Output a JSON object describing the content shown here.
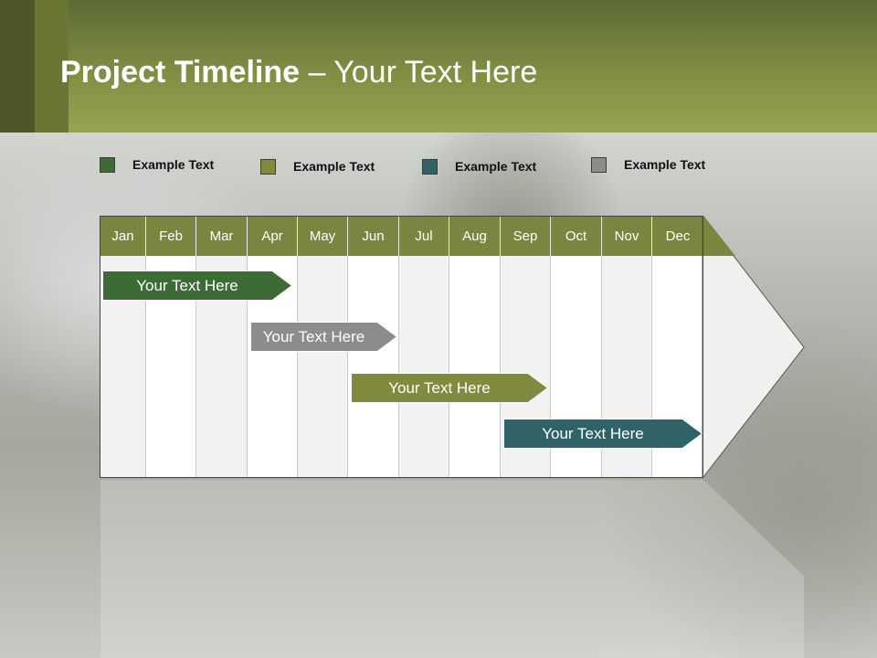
{
  "header": {
    "title_bold": "Project Timeline",
    "title_rest": " – Your Text Here"
  },
  "legend": [
    {
      "label": "Example Text",
      "color": "#3d6b35"
    },
    {
      "label": "Example Text",
      "color": "#818a3e"
    },
    {
      "label": "Example Text",
      "color": "#2f6367"
    },
    {
      "label": "Example Text",
      "color": "#8c8c8c"
    }
  ],
  "months": [
    "Jan",
    "Feb",
    "Mar",
    "Apr",
    "May",
    "Jun",
    "Jul",
    "Aug",
    "Sep",
    "Oct",
    "Nov",
    "Dec"
  ],
  "tasks": [
    {
      "label": "Your  Text Here",
      "color": "#3d6b35"
    },
    {
      "label": "Your  Text Here",
      "color": "#8c8c8c"
    },
    {
      "label": "Your  Text Here",
      "color": "#818a3e"
    },
    {
      "label": "Your  Text Here",
      "color": "#2f6367"
    }
  ],
  "colors": {
    "header_band": "#7f8e43",
    "month_header": "#7b8540"
  }
}
